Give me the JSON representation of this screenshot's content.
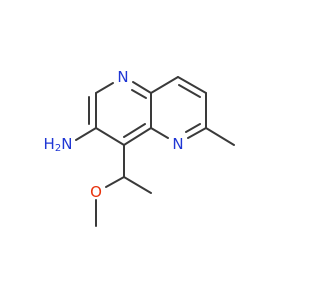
{
  "molecule": {
    "atoms": {
      "n_ring_top": {
        "text": "N",
        "element": "nitrogen"
      },
      "n_ring_right": {
        "text": "N",
        "element": "nitrogen"
      },
      "amine": {
        "text": "H2N",
        "prefix": "H",
        "subscript": "2",
        "suffix": "N",
        "element": "nitrogen"
      },
      "oxygen": {
        "text": "O",
        "element": "oxygen"
      }
    },
    "colors": {
      "bond": "#3a3a3a",
      "nitrogen": "#1f36d4",
      "oxygen": "#e8320c",
      "background": "#ffffff"
    }
  }
}
